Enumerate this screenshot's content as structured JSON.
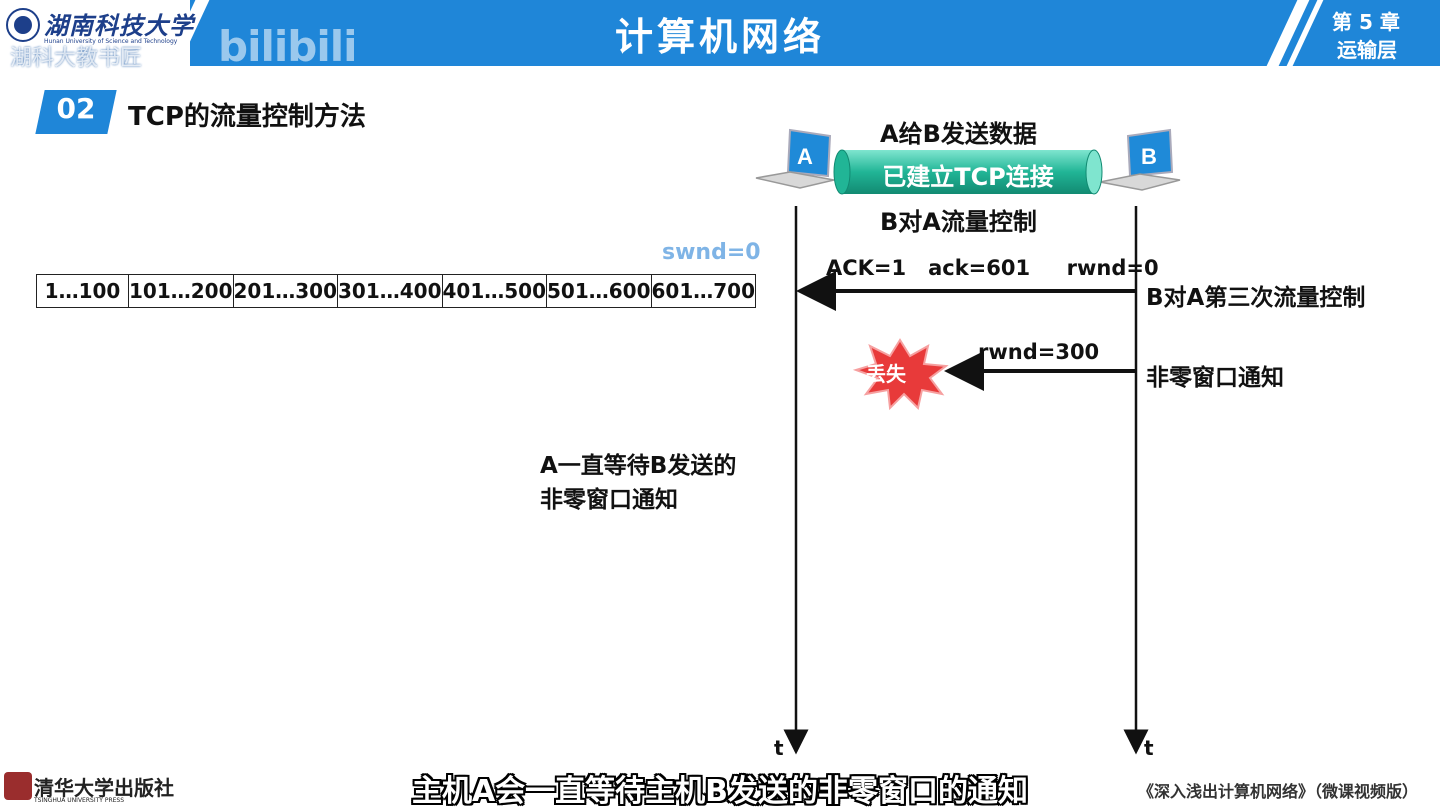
{
  "header": {
    "university_name": "湖南科技大学",
    "university_english": "Hunan University of Science and Technology",
    "watermark_text": "湖科大教书匠",
    "watermark_logo": "bilibili",
    "course_title": "计算机网络",
    "chapter_line1": "第 5 章",
    "chapter_line2": "运输层"
  },
  "section": {
    "number": "02",
    "title": "TCP的流量控制方法"
  },
  "window": {
    "swnd_label": "swnd=0",
    "cells": [
      "1…100",
      "101…200",
      "201…300",
      "301…400",
      "401…500",
      "501…600",
      "601…700"
    ]
  },
  "diagram": {
    "host_a": "A",
    "host_b": "B",
    "send_label": "A给B发送数据",
    "connection_label": "已建立TCP连接",
    "flow_label": "B对A流量控制",
    "ack_label": "ACK=1   ack=601     rwnd=0",
    "third_flow_label": "B对A第三次流量控制",
    "rwnd300_label": "rwnd=300",
    "nonzero_label": "非零窗口通知",
    "lost_label": "丢失",
    "wait_line1": "A一直等待B发送的",
    "wait_line2": "非零窗口通知",
    "time_a": "t",
    "time_b": "t"
  },
  "footer": {
    "publisher": "清华大学出版社",
    "publisher_english": "TSINGHUA UNIVERSITY PRESS",
    "subtitle": "主机A会一直等待主机B发送的非零窗口的通知",
    "book_title": "《深入浅出计算机网络》（微课视频版）"
  },
  "colors": {
    "header_blue": "#1f86d8",
    "connection_teal": "#2bc0a0",
    "lost_red": "#e83a3a",
    "swnd_blue": "#7fb4e6"
  }
}
